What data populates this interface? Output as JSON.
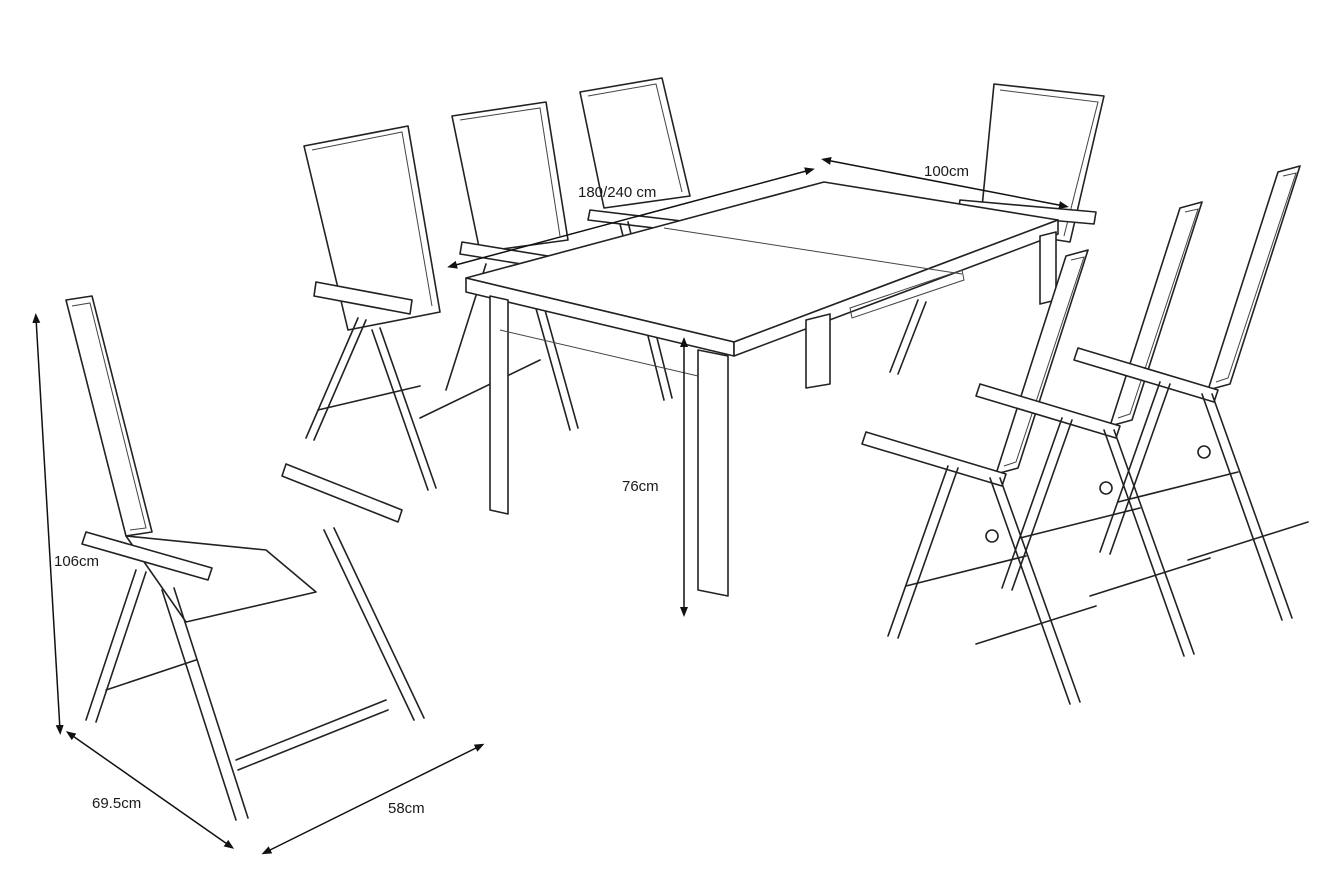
{
  "dimensions": {
    "table_length": "180/240 cm",
    "table_width": "100cm",
    "table_height": "76cm",
    "chair_height": "106cm",
    "chair_depth": "69.5cm",
    "chair_width": "58cm"
  },
  "colors": {
    "line": "#222222",
    "background": "#ffffff"
  }
}
